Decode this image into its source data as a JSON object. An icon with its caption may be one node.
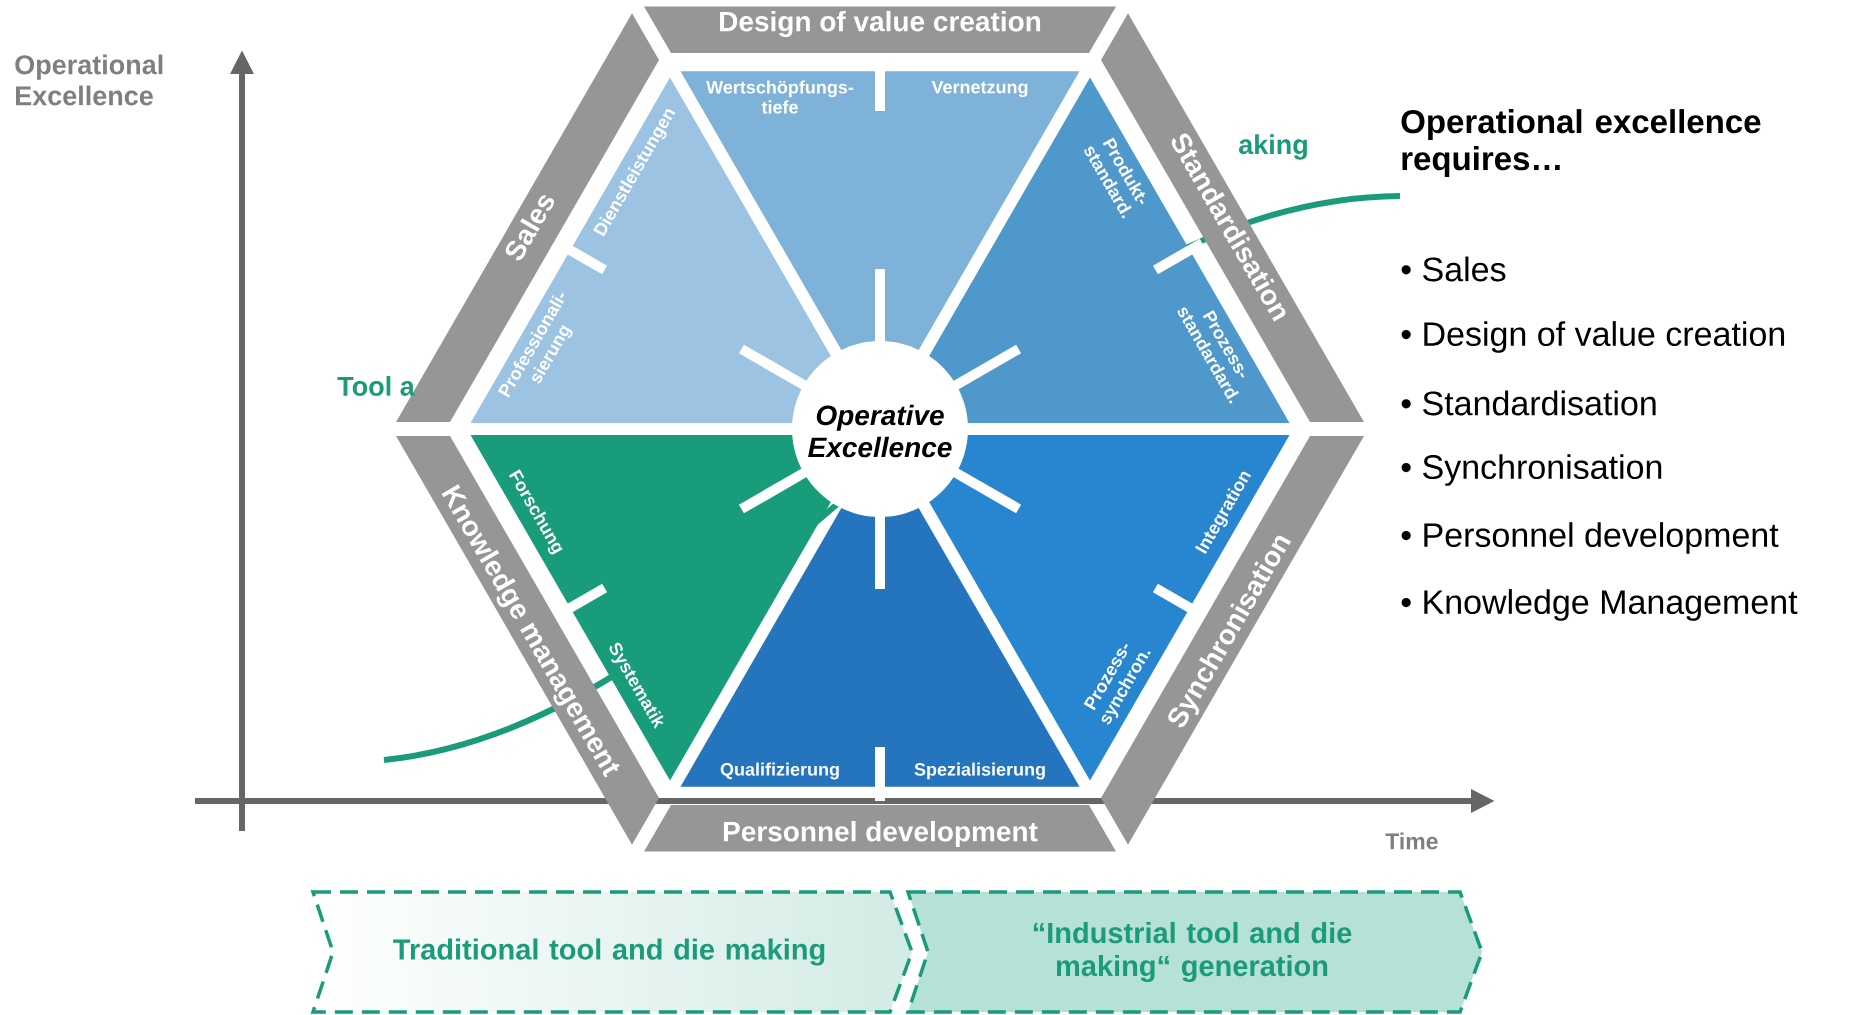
{
  "diagram": {
    "nodes": [
      {
        "text": [
          "Design of value creation"
        ]
      },
      {
        "text": [
          "Sales"
        ]
      },
      {
        "text": [
          "Standardisation"
        ]
      },
      {
        "text": [
          "Wertschöpfungs- tiefe",
          "Vernetzung"
        ]
      },
      {
        "text": [
          "Dienstleistungen",
          "Professionali- sierung"
        ]
      },
      {
        "text": [
          "Produkt- standard.",
          "Prozess- standardard."
        ]
      },
      {
        "text": [
          "Operative Excellence"
        ]
      },
      {
        "text": [
          "Forschung",
          "Systematik"
        ]
      },
      {
        "text": [
          "Integration",
          "Prozess- synchron."
        ]
      },
      {
        "text": [
          "Qualifizierung",
          "Spezialisierung"
        ]
      },
      {
        "text": [
          "Knowledge management"
        ]
      },
      {
        "text": [
          "Synchronisation"
        ]
      },
      {
        "text": [
          "Personnel development"
        ]
      },
      {
        "text": [
          "Traditional tool and die making"
        ]
      },
      {
        "text": [
          "“Industrial tool and die making“ generation"
        ]
      }
    ],
    "labels": [
      "Operational Excellence",
      "Tool a",
      "aking",
      "Operational excellence requires…",
      "• Sales",
      "• Design of value creation",
      "• Standardisation",
      "• Synchronisation",
      "• Personnel development",
      "• Knowledge Management",
      "Time"
    ]
  }
}
